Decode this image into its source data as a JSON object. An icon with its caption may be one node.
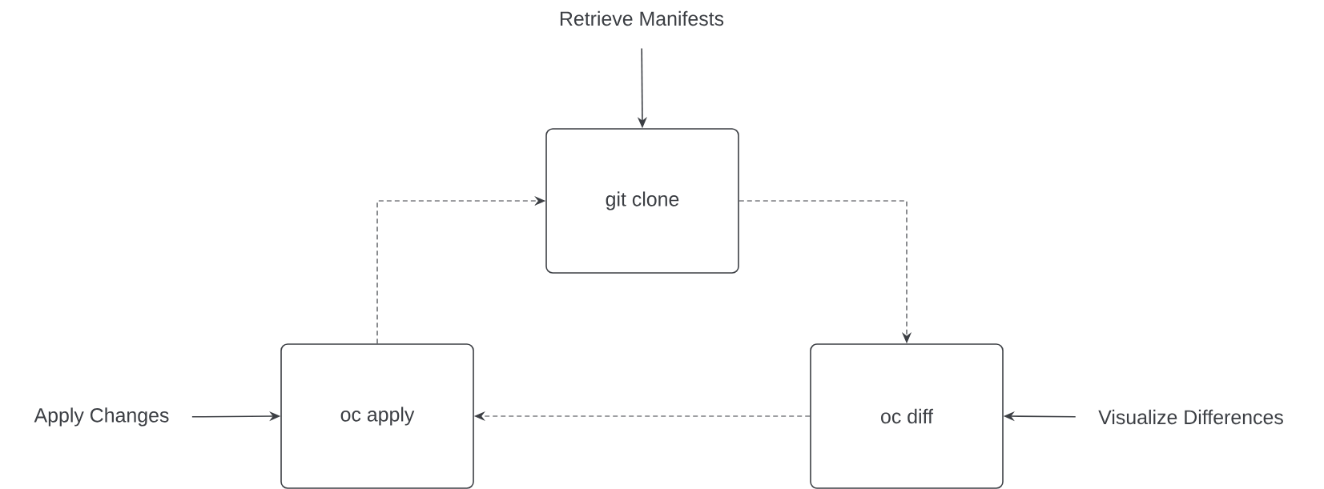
{
  "diagram": {
    "nodes": [
      {
        "text": [
          "Retrieve Manifests"
        ]
      },
      {
        "text": [
          "git clone"
        ]
      },
      {
        "text": [
          "Apply Changes"
        ]
      },
      {
        "text": [
          "oc apply"
        ]
      },
      {
        "text": [
          "oc diff"
        ]
      },
      {
        "text": [
          "Visualize Differences"
        ]
      }
    ],
    "edges": [
      {
        "from": 0,
        "to": 1,
        "arrow": "to"
      },
      {
        "from": 3,
        "to": 1,
        "arrow": "to",
        "style": "dashed"
      },
      {
        "from": 1,
        "to": 4,
        "arrow": "to",
        "style": "dashed"
      },
      {
        "from": 4,
        "to": 3,
        "arrow": "to",
        "style": "dashed"
      },
      {
        "from": 2,
        "to": 3,
        "arrow": "to"
      },
      {
        "from": 5,
        "to": 4,
        "arrow": "to"
      }
    ]
  }
}
